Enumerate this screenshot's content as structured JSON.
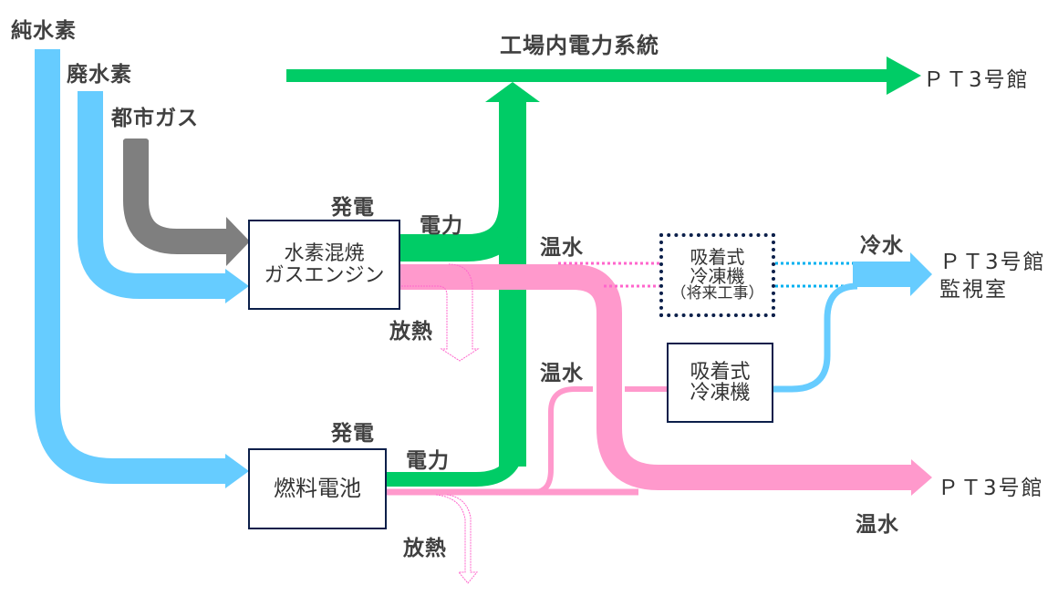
{
  "colors": {
    "pure_hydrogen": "#66ccff",
    "waste_hydrogen": "#66ccff",
    "city_gas": "#7f7f7f",
    "electricity": "#00cc66",
    "hot_water": "#ff99cc",
    "heat_release": "#ff66cc",
    "cold_water": "#66ccff",
    "cold_water_dotted": "#00b0f0",
    "box_border": "#0b1f4a"
  },
  "sources": {
    "pure_hydrogen": "純水素",
    "waste_hydrogen": "廃水素",
    "city_gas": "都市ガス"
  },
  "power_grid": {
    "label": "工場内電力系統",
    "destination": "ＰＴ3号館"
  },
  "units": {
    "gas_engine": {
      "line1": "水素混焼",
      "line2": "ガスエンジン",
      "generation_label": "発電",
      "power_label": "電力",
      "heat_release_label": "放熱"
    },
    "fuel_cell": {
      "label": "燃料電池",
      "generation_label": "発電",
      "power_label": "電力",
      "heat_release_label": "放熱"
    },
    "future_chiller": {
      "line1": "吸着式",
      "line2": "冷凍機",
      "line3": "（将来工事）"
    },
    "chiller": {
      "line1": "吸着式",
      "line2": "冷凍機"
    }
  },
  "flow_labels": {
    "hot_water_upper": "温水",
    "hot_water_middle": "温水",
    "hot_water_output": "温水",
    "cold_water": "冷水"
  },
  "destinations": {
    "cold_water_dest_line1": "ＰＴ3号館",
    "cold_water_dest_line2": "監視室",
    "hot_water_dest": "ＰＴ3号館"
  }
}
